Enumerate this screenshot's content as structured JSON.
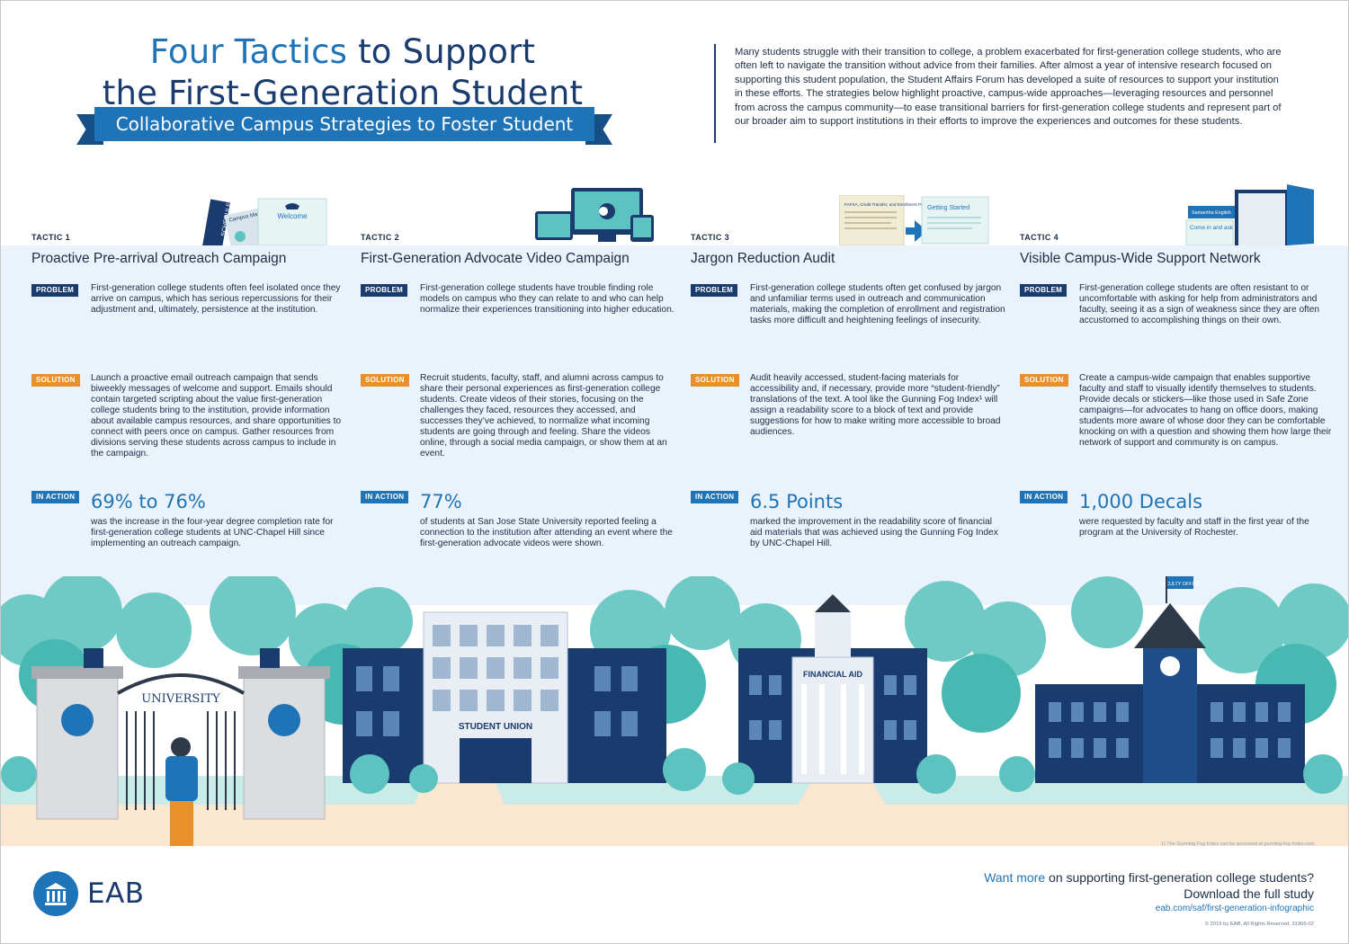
{
  "header": {
    "title_accent": "Four Tactics",
    "title_rest_line1": "to Support",
    "title_line2": "the First-Generation Student",
    "subtitle": "Collaborative Campus Strategies to Foster Student Success",
    "intro": "Many students struggle with their transition to college, a problem exacerbated for first-generation college students, who are often left to navigate the transition without advice from their families. After almost a year of intensive research focused on supporting this student population, the Student Affairs Forum has developed a suite of resources to support your institution in these efforts. The strategies below highlight proactive, campus-wide approaches—leveraging resources and personnel from across the campus community—to ease transitional barriers for first-generation college students and represent part of our broader aim to support institutions in their efforts to improve the experiences and outcomes for these students."
  },
  "labels": {
    "problem": "PROBLEM",
    "solution": "SOLUTION",
    "in_action": "IN ACTION"
  },
  "tactics": [
    {
      "number": "TACTIC 1",
      "title": "Proactive Pre-arrival Outreach Campaign",
      "problem": "First-generation college students often feel isolated once they arrive on campus, which has serious repercussions for their adjustment and, ultimately, persistence at the institution.",
      "solution": "Launch a proactive email outreach campaign that sends biweekly messages of welcome and support. Emails should contain targeted scripting about the value first-generation college students bring to the institution, provide information about available campus resources, and share opportunities to connect with peers once on campus. Gather resources from divisions serving these students across campus to include in the campaign.",
      "stat": "69% to 76%",
      "action": "was the increase in the four-year degree completion rate for first-generation college students at UNC-Chapel Hill since implementing an outreach campaign."
    },
    {
      "number": "TACTIC 2",
      "title": "First-Generation Advocate Video Campaign",
      "problem": "First-generation college students have trouble finding role models on campus who they can relate to and who can help normalize their experiences transitioning into higher education.",
      "solution": "Recruit students, faculty, staff, and alumni across campus to share their personal experiences as first-generation college students. Create videos of their stories, focusing on the challenges they faced, resources they accessed, and successes they’ve achieved, to normalize what incoming students are going through and feeling. Share the videos online, through a social media campaign, or show them at an event.",
      "stat": "77%",
      "action": "of students at San Jose State University reported feeling a connection to the institution after attending an event where the first-generation advocate videos were shown."
    },
    {
      "number": "TACTIC 3",
      "title": "Jargon Reduction Audit",
      "problem": "First-generation college students often get confused by jargon and unfamiliar terms used in outreach and communication materials, making the completion of enrollment and registration tasks more difficult and heightening feelings of insecurity.",
      "solution": "Audit heavily accessed, student-facing materials for accessibility and, if necessary, provide more “student-friendly” translations of the text. A tool like the Gunning Fog Index¹ will assign a readability score to a block of text and provide suggestions for how to make writing more accessible to broad audiences.",
      "stat": "6.5 Points",
      "action": "marked the improvement in the readability score of financial aid materials that was achieved using the Gunning Fog Index by UNC-Chapel Hill."
    },
    {
      "number": "TACTIC 4",
      "title": "Visible Campus-Wide Support Network",
      "problem": "First-generation college students are often resistant to or uncomfortable with asking for help from administrators and faculty, seeing it as a sign of weakness since they are often accustomed to accomplishing things on their own.",
      "solution": "Create a campus-wide campaign that enables supportive faculty and staff to visually identify themselves to students. Provide decals or stickers—like those used in Safe Zone campaigns—for advocates to hang on office doors, making students more aware of whose door they can be comfortable knocking on with a question and showing them how large their network of support and community is on campus.",
      "stat": "1,000 Decals",
      "action": "were requested by faculty and staff in the first year of the program at the University of Rochester."
    }
  ],
  "illustrations": {
    "schedule": "SCHEDULE",
    "campus_map": "Campus Map",
    "welcome": "Welcome",
    "fafsa": "FAFSA, Credit Transfer, and Enrollment Process Forms",
    "getting_started": "Getting Started",
    "name_tag": "Samantha English",
    "come_in": "Come in and ask a question",
    "gate_sign": "UNIVERSITY",
    "student_union": "STUDENT UNION",
    "financial_aid": "FINANCIAL AID",
    "faculty_office": "FACULTY OFFICE"
  },
  "footnote": "1) The Gunning Fog Index can be accessed at gunning-fog-index.com.",
  "footer": {
    "logo": "EAB",
    "cta_highlight": "Want more",
    "cta_rest": "on supporting first-generation college students?",
    "cta_line2": "Download the full study",
    "url": "eab.com/saf/first-generation-infographic",
    "copyright": "© 2019 by EAB. All Rights Reserved. 31966-02"
  },
  "colors": {
    "navy": "#1a3b6e",
    "blue": "#1f73b7",
    "orange": "#e8912c",
    "teal": "#5cc3c0",
    "band": "#eaf3fb"
  }
}
